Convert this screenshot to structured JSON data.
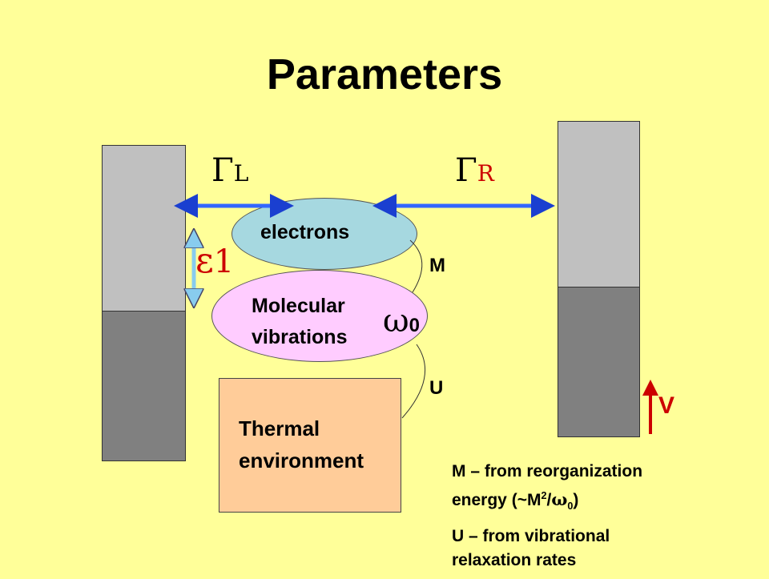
{
  "title": "Parameters",
  "labels": {
    "gamma_left": {
      "symbol": "Γ",
      "sub": "L"
    },
    "gamma_right": {
      "symbol": "Γ",
      "sub": "R"
    },
    "epsilon": {
      "symbol": "ε",
      "sub": "1"
    },
    "omega": {
      "symbol": "ω",
      "sub": "0"
    },
    "electrons": "electrons",
    "molecular": "Molecular",
    "vibrations": "vibrations",
    "thermal": "Thermal",
    "environment": "environment",
    "M": "M",
    "U": "U",
    "V": "V"
  },
  "notes": {
    "m_line1": "M – from reorganization",
    "m_line2_prefix": "energy (~M",
    "m_sup": "2",
    "m_slash": "/",
    "m_omega": "ω",
    "m_sub": "0",
    "m_close": ")",
    "u_line1": "U – from vibrational",
    "u_line2": "relaxation rates"
  },
  "colors": {
    "background": "#ffff99",
    "lead_upper": "#c0c0c0",
    "lead_lower": "#808080",
    "electrons": "#a6d8e0",
    "vibrations": "#ffccff",
    "thermal": "#ffcc99",
    "arrow_blue": "#3366ff",
    "bias_red": "#cc0000"
  }
}
